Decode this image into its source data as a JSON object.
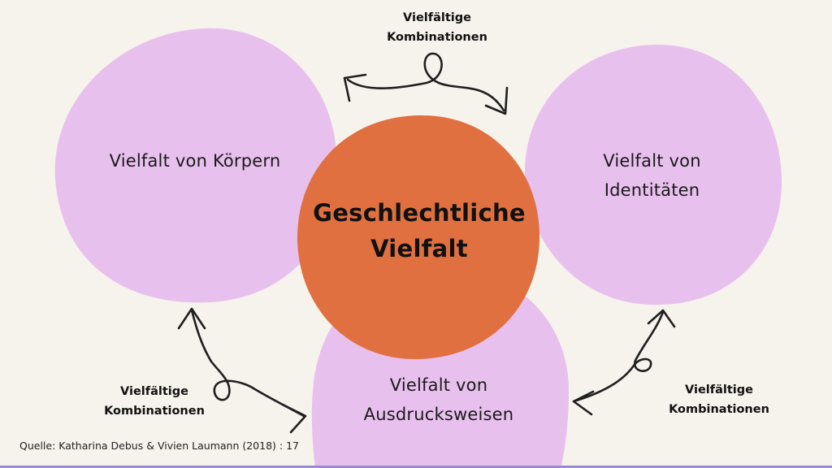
{
  "colors": {
    "background": "#f6f2ec",
    "outer_blob": "#e8c0ee",
    "center_blob": "#e07040",
    "arrow": "#1f1f1f",
    "bottom_line": "#9b8bd6"
  },
  "center": {
    "line1": "Geschlechtliche",
    "line2": "Vielfalt"
  },
  "blobs": {
    "left": {
      "line1": "Vielfalt von Körpern"
    },
    "right": {
      "line1": "Vielfalt von",
      "line2": "Identitäten"
    },
    "bottom": {
      "line1": "Vielfalt von",
      "line2": "Ausdrucksweisen"
    }
  },
  "connectors": {
    "top": {
      "line1": "Vielfältige",
      "line2": "Kombinationen"
    },
    "bottom_left": {
      "line1": "Vielfältige",
      "line2": "Kombinationen"
    },
    "bottom_right": {
      "line1": "Vielfältige",
      "line2": "Kombinationen"
    }
  },
  "source": "Quelle: Katharina Debus & Vivien Laumann (2018) : 17"
}
